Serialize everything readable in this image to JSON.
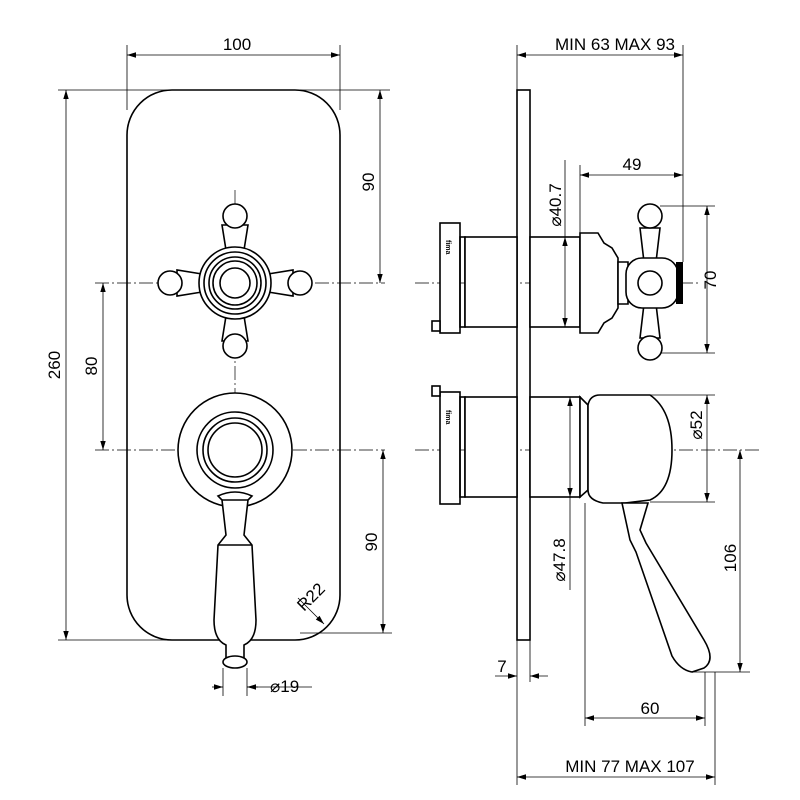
{
  "front_view": {
    "dim_width": "100",
    "dim_height": "260",
    "dim_top_to_upper_axis": "90",
    "dim_axis_spacing": "80",
    "dim_lower_axis_to_bottom": "90",
    "corner_radius": "R22",
    "lever_tip_diameter": "⌀19"
  },
  "side_view": {
    "dim_depth_top": "MIN 63 MAX 93",
    "dim_upper_body_diameter": "⌀40.7",
    "dim_handle_projection": "49",
    "dim_cross_handle_height": "70",
    "dim_lever_rosette_diameter": "⌀52",
    "dim_lower_body_diameter": "⌀47.8",
    "dim_lever_drop": "106",
    "dim_plate_thickness": "7",
    "dim_lever_reach": "60",
    "dim_depth_bottom": "MIN 77 MAX 107",
    "brand_mark_upper": "fima",
    "brand_mark_lower": "fima"
  }
}
